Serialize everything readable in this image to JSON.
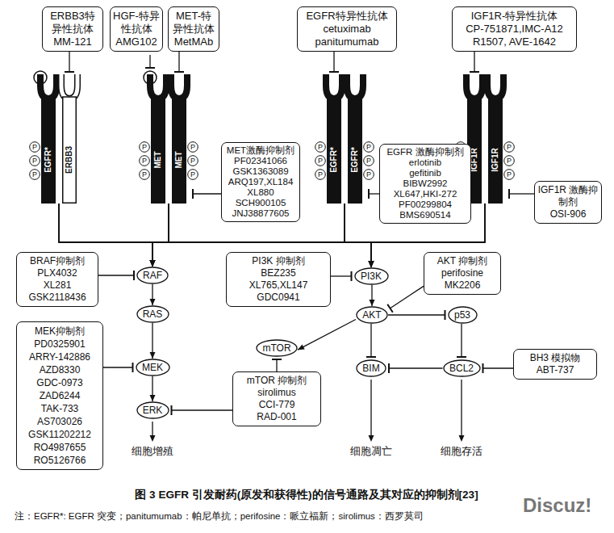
{
  "diagram": {
    "caption": "图 3 EGFR 引发耐药(原发和获得性)的信号通路及其对应的抑制剂[23]",
    "nodes": [
      {
        "text": [
          "ERBB3特异性抗体",
          "MM-121"
        ]
      },
      {
        "text": [
          "HGF-特异性抗体",
          "AMG102"
        ]
      },
      {
        "text": [
          "MET-特异性抗体",
          "MetMAb"
        ]
      },
      {
        "text": [
          "EGFR特异性抗体",
          "cetuximab panitumumab"
        ]
      },
      {
        "text": [
          "IGF1R-特异性抗体",
          "CP-751871,IMC-A12 R1507, AVE-1642"
        ]
      },
      {
        "text": [
          "EGFR*"
        ]
      },
      {
        "text": [
          "ERBB3"
        ]
      },
      {
        "text": [
          "MET"
        ]
      },
      {
        "text": [
          "MET"
        ]
      },
      {
        "text": [
          "EGFR*"
        ]
      },
      {
        "text": [
          "EGFR*"
        ]
      },
      {
        "text": [
          "IGF1R"
        ]
      },
      {
        "text": [
          "IGF1R"
        ]
      },
      {
        "text": [
          "P"
        ]
      },
      {
        "text": [
          "P"
        ]
      },
      {
        "text": [
          "P"
        ]
      },
      {
        "text": [
          "P"
        ]
      },
      {
        "text": [
          "P"
        ]
      },
      {
        "text": [
          "P"
        ]
      },
      {
        "text": [
          "P"
        ]
      },
      {
        "text": [
          "P"
        ]
      },
      {
        "text": [
          "P"
        ]
      },
      {
        "text": [
          "P"
        ]
      },
      {
        "text": [
          "P"
        ]
      },
      {
        "text": [
          "P"
        ]
      },
      {
        "text": [
          "P"
        ]
      },
      {
        "text": [
          "P"
        ]
      },
      {
        "text": [
          "P"
        ]
      },
      {
        "text": [
          "P"
        ]
      },
      {
        "text": [
          "P"
        ]
      },
      {
        "text": [
          "P"
        ]
      },
      {
        "text": [
          "P"
        ]
      },
      {
        "text": [
          "P"
        ]
      },
      {
        "text": [
          "P"
        ]
      },
      {
        "text": [
          "MET激酶抑制剂",
          "PF02341066 GSK1363089 ARQ197,XL184 XL880 SCH900105 JNJ38877605"
        ]
      },
      {
        "text": [
          "EGFR 激酶抑制剂",
          "erlotinib gefitinib BIBW2992 XL647,HKI-272 PF00299804 BMS690514"
        ]
      },
      {
        "text": [
          "IGF1R 激酶抑制剂",
          "OSI-906"
        ]
      },
      {
        "text": [
          "BRAF抑制剂",
          "PLX4032 XL281 GSK2118436"
        ]
      },
      {
        "text": [
          "RAF"
        ]
      },
      {
        "text": [
          "RAS"
        ]
      },
      {
        "text": [
          "MEK抑制剂",
          "PD0325901 ARRY-142886 AZD8330 GDC-0973 ZAD6244 TAK-733 AS703026 GSK11202212 RO4987655 RO5126766"
        ]
      },
      {
        "text": [
          "MEK"
        ]
      },
      {
        "text": [
          "ERK"
        ]
      },
      {
        "text": [
          "PI3K 抑制剂",
          "BEZ235 XL765,XL147 GDC0941"
        ]
      },
      {
        "text": [
          "PI3K"
        ]
      },
      {
        "text": [
          "AKT 抑制剂",
          "perifosine MK2206"
        ]
      },
      {
        "text": [
          "AKT"
        ]
      },
      {
        "text": [
          "p53"
        ]
      },
      {
        "text": [
          "mTOR"
        ]
      },
      {
        "text": [
          "BIM"
        ]
      },
      {
        "text": [
          "BCL2"
        ]
      },
      {
        "text": [
          "BH3 模拟物",
          "ABT-737"
        ]
      },
      {
        "text": [
          "mTOR 抑制剂",
          "sirolimus CCI-779 RAD-001"
        ]
      }
    ],
    "edges": [
      {
        "from": 0,
        "to": 6,
        "arrow": "to"
      },
      {
        "from": 2,
        "to": 8,
        "arrow": "to"
      },
      {
        "from": 3,
        "to": 9,
        "arrow": "to"
      },
      {
        "from": 4,
        "to": 11,
        "arrow": "to"
      },
      {
        "from": 34,
        "to": 8,
        "arrow": "to"
      },
      {
        "from": 35,
        "to": 10,
        "arrow": "to"
      },
      {
        "from": 36,
        "to": 12,
        "arrow": "to"
      },
      {
        "from": 5,
        "to": 38,
        "arrow": "to"
      },
      {
        "from": 5,
        "to": 44,
        "arrow": "to"
      },
      {
        "from": 6,
        "to": 38,
        "arrow": "to"
      },
      {
        "from": 6,
        "to": 44,
        "arrow": "to"
      },
      {
        "from": 7,
        "to": 38,
        "arrow": "to"
      },
      {
        "from": 7,
        "to": 44,
        "arrow": "to"
      },
      {
        "from": 8,
        "to": 38,
        "arrow": "to"
      },
      {
        "from": 8,
        "to": 44,
        "arrow": "to"
      },
      {
        "from": 9,
        "to": 38,
        "arrow": "to"
      },
      {
        "from": 9,
        "to": 44,
        "arrow": "to"
      },
      {
        "from": 10,
        "to": 38,
        "arrow": "to"
      },
      {
        "from": 10,
        "to": 44,
        "arrow": "to"
      },
      {
        "from": 11,
        "to": 38,
        "arrow": "to"
      },
      {
        "from": 11,
        "to": 44,
        "arrow": "to"
      },
      {
        "from": 12,
        "to": 38,
        "arrow": "to"
      },
      {
        "from": 12,
        "to": 44,
        "arrow": "to"
      },
      {
        "from": 37,
        "to": 38,
        "arrow": "to"
      },
      {
        "from": 38,
        "to": 39,
        "arrow": "to"
      },
      {
        "from": 39,
        "to": 41,
        "arrow": "to"
      },
      {
        "from": 40,
        "to": 41,
        "arrow": "to"
      },
      {
        "from": 41,
        "to": 42,
        "arrow": "to"
      },
      {
        "from": 52,
        "to": 42,
        "arrow": "to"
      },
      {
        "from": 52,
        "to": 48,
        "arrow": "to"
      },
      {
        "from": 43,
        "to": 44,
        "arrow": "to"
      },
      {
        "from": 44,
        "to": 46,
        "arrow": "to"
      },
      {
        "from": 45,
        "to": 46,
        "arrow": "to"
      },
      {
        "from": 46,
        "to": 48,
        "arrow": "to"
      },
      {
        "from": 46,
        "to": 49,
        "arrow": "to"
      },
      {
        "from": 46,
        "to": 47,
        "arrow": "to"
      },
      {
        "from": 47,
        "to": 50,
        "arrow": "to"
      },
      {
        "from": 50,
        "to": 49,
        "arrow": "to"
      },
      {
        "from": 51,
        "to": 50,
        "arrow": "to"
      }
    ],
    "labels": [
      "细胞增殖",
      "细胞凋亡",
      "细胞存活",
      "注：EGFR*: EGFR 突变；panitumumab：帕尼单抗；perifosine：哌立福新；sirolimus：西罗莫司",
      "Discuz!"
    ]
  }
}
